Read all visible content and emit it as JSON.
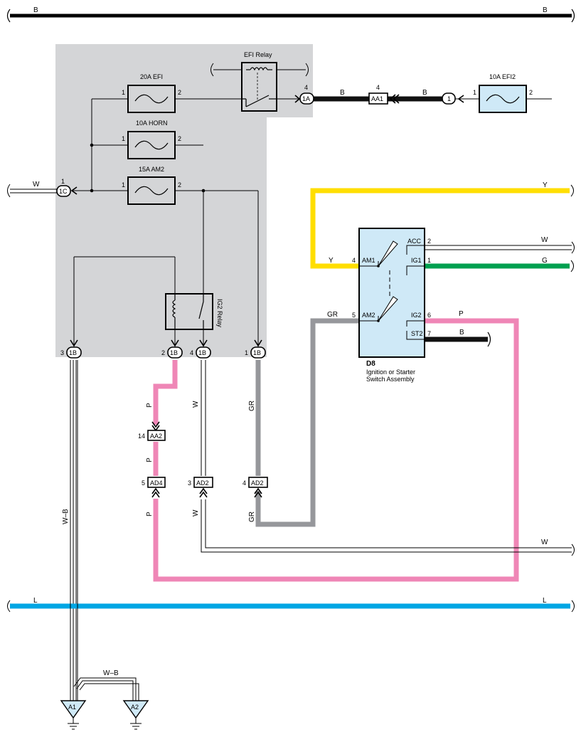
{
  "colors": {
    "B": "#111111",
    "W": "#ffffff",
    "Y": "#ffde00",
    "G": "#00a050",
    "P": "#ef86b6",
    "GR": "#96979b",
    "L": "#00a6e4",
    "junction_box": "#d4d5d7",
    "component_fill": "#cfe9f7"
  },
  "wires": {
    "top_bus": "B",
    "right_b_1": "B",
    "right_b_2": "B",
    "left_w": "W",
    "yellow": "Y",
    "yellow_left": "Y",
    "acc_w": "W",
    "ig1_g": "G",
    "am2_gr": "GR",
    "ig2_p": "P",
    "st2_b": "B",
    "p_1": "P",
    "p_2": "P",
    "p_3": "P",
    "w_1": "W",
    "w_2": "W",
    "w_bottom": "W",
    "gr_1": "GR",
    "gr_2": "GR",
    "wb": "W–B",
    "wb_ground": "W–B",
    "l_bus": "L"
  },
  "fuses": {
    "efi": {
      "name": "20A EFI",
      "pin1": "1",
      "pin2": "2"
    },
    "horn": {
      "name": "10A HORN",
      "pin1": "1",
      "pin2": "2"
    },
    "am2": {
      "name": "15A AM2",
      "pin1": "1",
      "pin2": "2"
    },
    "efi2": {
      "name": "10A EFI2",
      "pin1": "1",
      "pin2": "2"
    }
  },
  "relays": {
    "efi": "EFI Relay",
    "ig2": "IG2 Relay"
  },
  "connectors": {
    "c1A": {
      "id": "1A",
      "pin": "4"
    },
    "aa1": {
      "id": "AA1",
      "pin": "4"
    },
    "t1": {
      "id": "1",
      "pin": ""
    },
    "c1C": {
      "id": "1C",
      "pin": "1"
    },
    "c1B_3": {
      "id": "1B",
      "pin": "3"
    },
    "c1B_2": {
      "id": "1B",
      "pin": "2"
    },
    "c1B_4": {
      "id": "1B",
      "pin": "4"
    },
    "c1B_1": {
      "id": "1B",
      "pin": "1"
    },
    "aa2": {
      "id": "AA2",
      "pin": "14"
    },
    "ad4": {
      "id": "AD4",
      "pin": "5"
    },
    "ad2_3": {
      "id": "AD2",
      "pin": "3"
    },
    "ad2_4": {
      "id": "AD2",
      "pin": "4"
    }
  },
  "switch": {
    "code": "D8",
    "name_line1": "Ignition or Starter",
    "name_line2": "Switch Assembly",
    "am1": "AM1",
    "am1_pin": "4",
    "am2": "AM2",
    "am2_pin": "5",
    "acc": "ACC",
    "acc_pin": "2",
    "ig1": "IG1",
    "ig1_pin": "1",
    "ig2": "IG2",
    "ig2_pin": "6",
    "st2": "ST2",
    "st2_pin": "7"
  },
  "grounds": {
    "a1": "A1",
    "a2": "A2"
  }
}
